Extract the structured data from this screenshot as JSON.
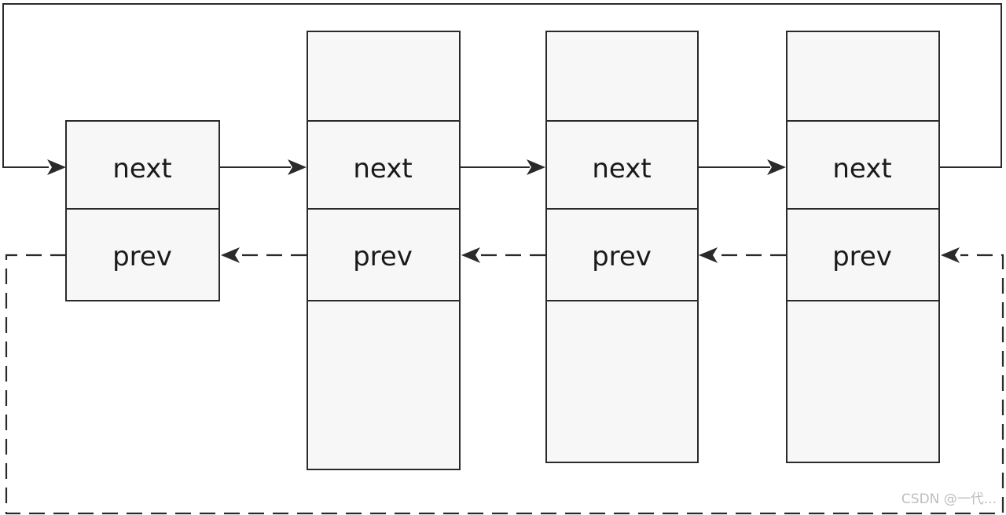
{
  "nodes": [
    {
      "next_label": "next",
      "prev_label": "prev"
    },
    {
      "next_label": "next",
      "prev_label": "prev"
    },
    {
      "next_label": "next",
      "prev_label": "prev"
    },
    {
      "next_label": "next",
      "prev_label": "prev"
    }
  ],
  "links": {
    "next": {
      "style": "solid",
      "circular": true
    },
    "prev": {
      "style": "dashed",
      "circular": true
    }
  },
  "colors": {
    "stroke": "#2a2a2a",
    "node_fill": "#f7f7f7",
    "watermark": "#bdbdbd"
  },
  "watermark": "CSDN @一代..."
}
